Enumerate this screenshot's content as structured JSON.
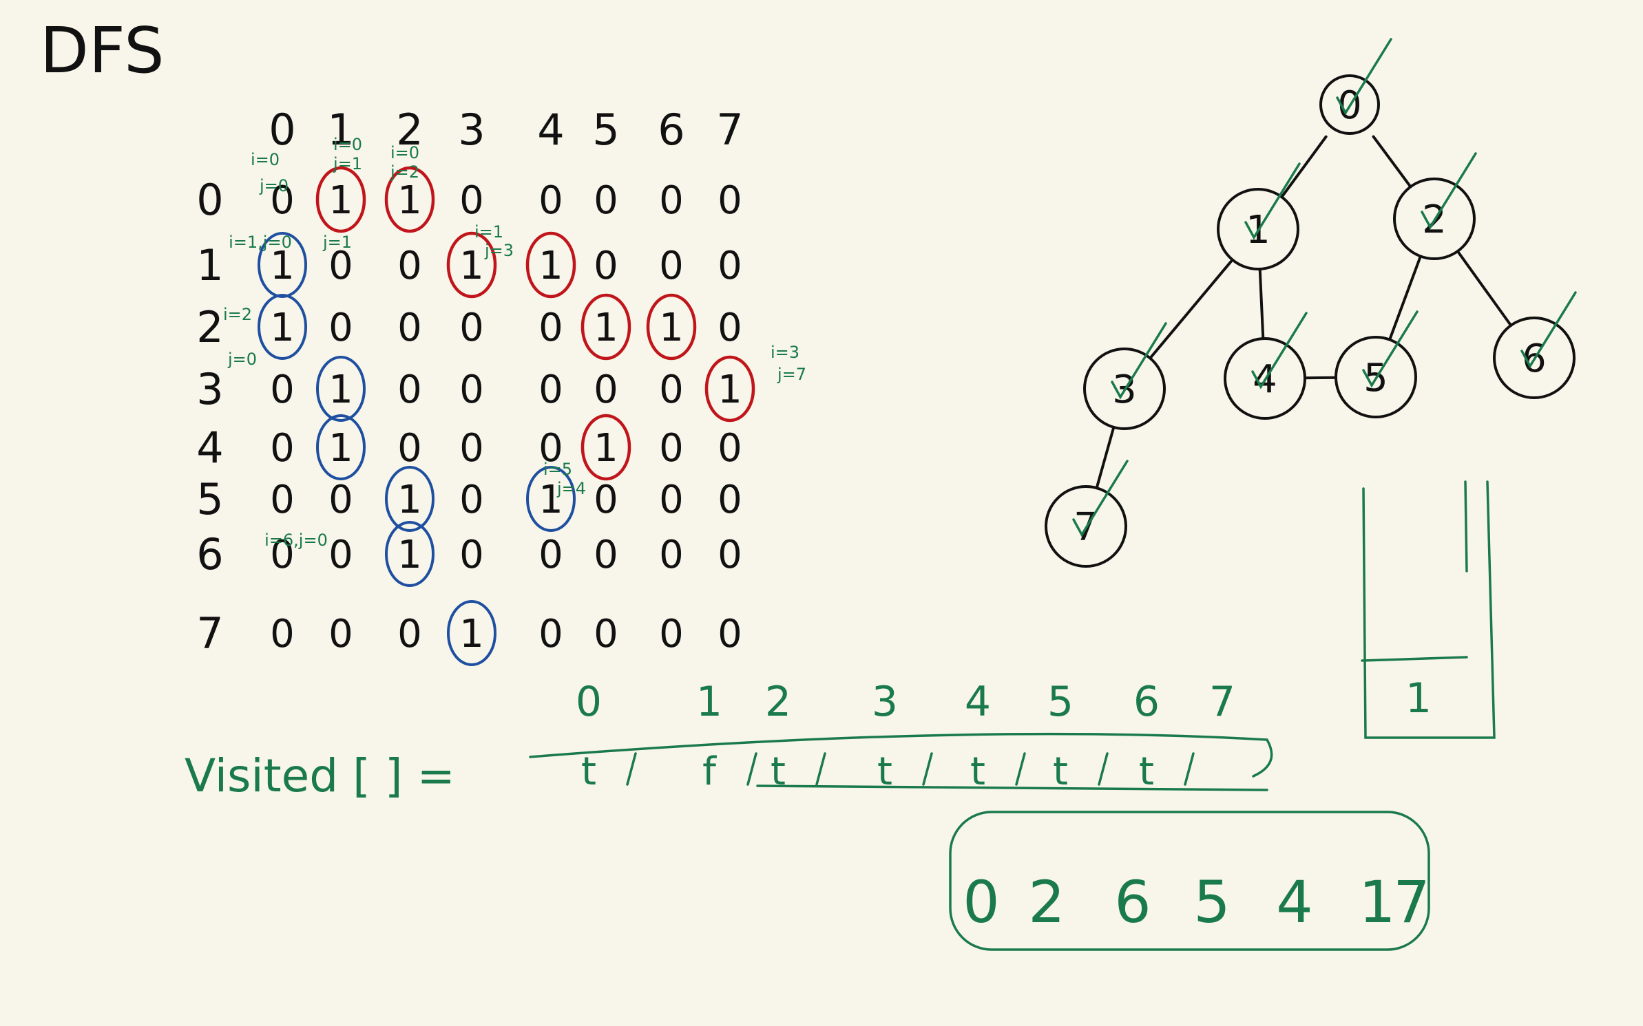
{
  "title": "DFS",
  "matrix": {
    "col_headers": [
      "0",
      "1",
      "2",
      "3",
      "4",
      "5",
      "6",
      "7"
    ],
    "row_headers": [
      "0",
      "1",
      "2",
      "3",
      "4",
      "5",
      "6",
      "7"
    ],
    "rows": [
      [
        "0",
        "1",
        "1",
        "0",
        "0",
        "0",
        "0",
        "0"
      ],
      [
        "1",
        "0",
        "0",
        "1",
        "1",
        "0",
        "0",
        "0"
      ],
      [
        "1",
        "0",
        "0",
        "0",
        "0",
        "1",
        "1",
        "0"
      ],
      [
        "0",
        "1",
        "0",
        "0",
        "0",
        "0",
        "0",
        "1"
      ],
      [
        "0",
        "1",
        "0",
        "0",
        "0",
        "1",
        "0",
        "0"
      ],
      [
        "0",
        "0",
        "1",
        "0",
        "1",
        "0",
        "0",
        "0"
      ],
      [
        "0",
        "0",
        "1",
        "0",
        "0",
        "0",
        "0",
        "0"
      ],
      [
        "0",
        "0",
        "0",
        "1",
        "0",
        "0",
        "0",
        "0"
      ]
    ],
    "red_circled": [
      [
        0,
        1
      ],
      [
        0,
        2
      ],
      [
        1,
        3
      ],
      [
        1,
        4
      ],
      [
        2,
        5
      ],
      [
        2,
        6
      ],
      [
        3,
        7
      ],
      [
        4,
        5
      ]
    ],
    "blue_circled": [
      [
        1,
        0
      ],
      [
        2,
        0
      ],
      [
        3,
        1
      ],
      [
        4,
        1
      ],
      [
        5,
        2
      ],
      [
        6,
        2
      ],
      [
        5,
        4
      ],
      [
        7,
        3
      ]
    ],
    "annotations": [
      "i=0",
      "j=0",
      "i=0",
      "j=1",
      "i=0",
      "j=2",
      "i=1,j=0",
      "j=1",
      "i=2",
      "j=0",
      "i=1",
      "j=3",
      "i=3",
      "j=7",
      "i=5",
      "j=4",
      "i=6,j=0"
    ]
  },
  "tree": {
    "nodes": [
      "0",
      "1",
      "2",
      "3",
      "4",
      "5",
      "6",
      "7"
    ],
    "edges": [
      [
        "0",
        "1"
      ],
      [
        "0",
        "2"
      ],
      [
        "1",
        "3"
      ],
      [
        "1",
        "4"
      ],
      [
        "2",
        "5"
      ],
      [
        "2",
        "6"
      ],
      [
        "3",
        "7"
      ],
      [
        "4",
        "5"
      ]
    ]
  },
  "stack": {
    "items": [
      "1"
    ]
  },
  "visited": {
    "label": "Visited [ ] =",
    "indices": [
      "0",
      "1",
      "2",
      "3",
      "4",
      "5",
      "6",
      "7"
    ],
    "values": [
      "t",
      "f",
      "t",
      "t",
      "t",
      "t",
      "t",
      ""
    ]
  },
  "dfs_order": [
    "0",
    "2",
    "6",
    "5",
    "4",
    "1",
    "7"
  ],
  "colors": {
    "ink": "#111111",
    "green": "#1a7a4c",
    "red": "#c0151a",
    "blue": "#1f4fa0",
    "paper": "#f8f6ea"
  }
}
